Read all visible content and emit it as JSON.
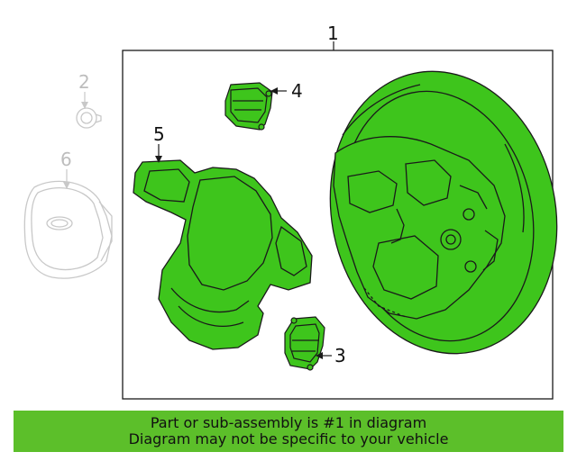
{
  "callouts": {
    "c1": "1",
    "c2": "2",
    "c3": "3",
    "c4": "4",
    "c5": "5",
    "c6": "6"
  },
  "banner": {
    "line1": "Part or sub-assembly is #1 in diagram",
    "line2": "Diagram may not be specific to your vehicle"
  },
  "colors": {
    "highlight_green": "#5cbf2a",
    "part_fill": "#3ec51c",
    "outline": "#1a1a1a",
    "faded": "#c8c8c8"
  }
}
